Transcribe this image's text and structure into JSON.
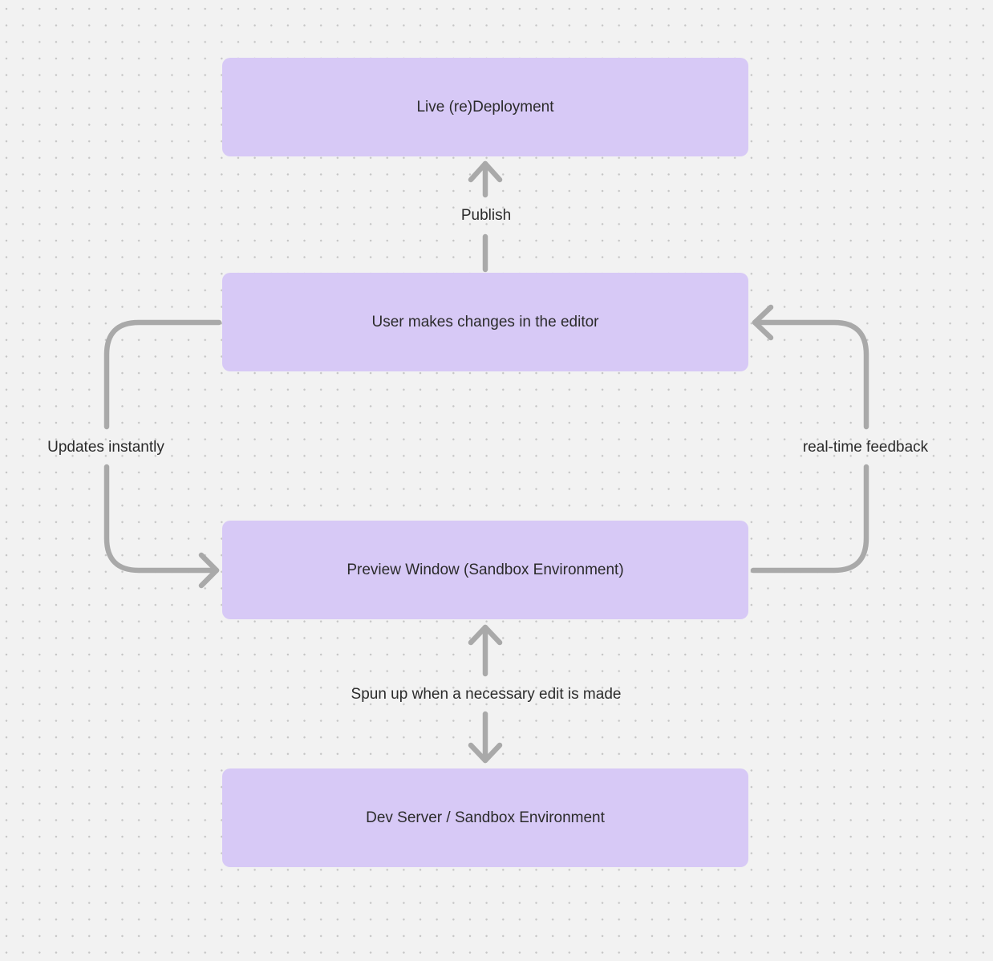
{
  "diagram": {
    "type": "flowchart",
    "colors": {
      "background": "#f2f2f2",
      "dot_grid": "#c5c5c5",
      "node_fill": "#d7c9f6",
      "node_text": "#2b2b2b",
      "arrow": "#a9a9a9"
    },
    "nodes": [
      {
        "id": "live-deployment",
        "label": "Live (re)Deployment"
      },
      {
        "id": "editor",
        "label": "User makes changes in the editor"
      },
      {
        "id": "preview",
        "label": "Preview Window (Sandbox Environment)"
      },
      {
        "id": "dev-server",
        "label": "Dev Server / Sandbox Environment"
      }
    ],
    "edges": [
      {
        "id": "publish",
        "label": "Publish",
        "from": "editor",
        "to": "live-deployment",
        "direction": "up"
      },
      {
        "id": "updates-instantly",
        "label": "Updates instantly",
        "from": "editor",
        "to": "preview",
        "direction": "left-loop-down"
      },
      {
        "id": "realtime-feedback",
        "label": "real-time feedback",
        "from": "preview",
        "to": "editor",
        "direction": "right-loop-up"
      },
      {
        "id": "spun-up",
        "label": "Spun up when a necessary edit is made",
        "from": "preview",
        "to": "dev-server",
        "bidirectional": true
      }
    ]
  }
}
